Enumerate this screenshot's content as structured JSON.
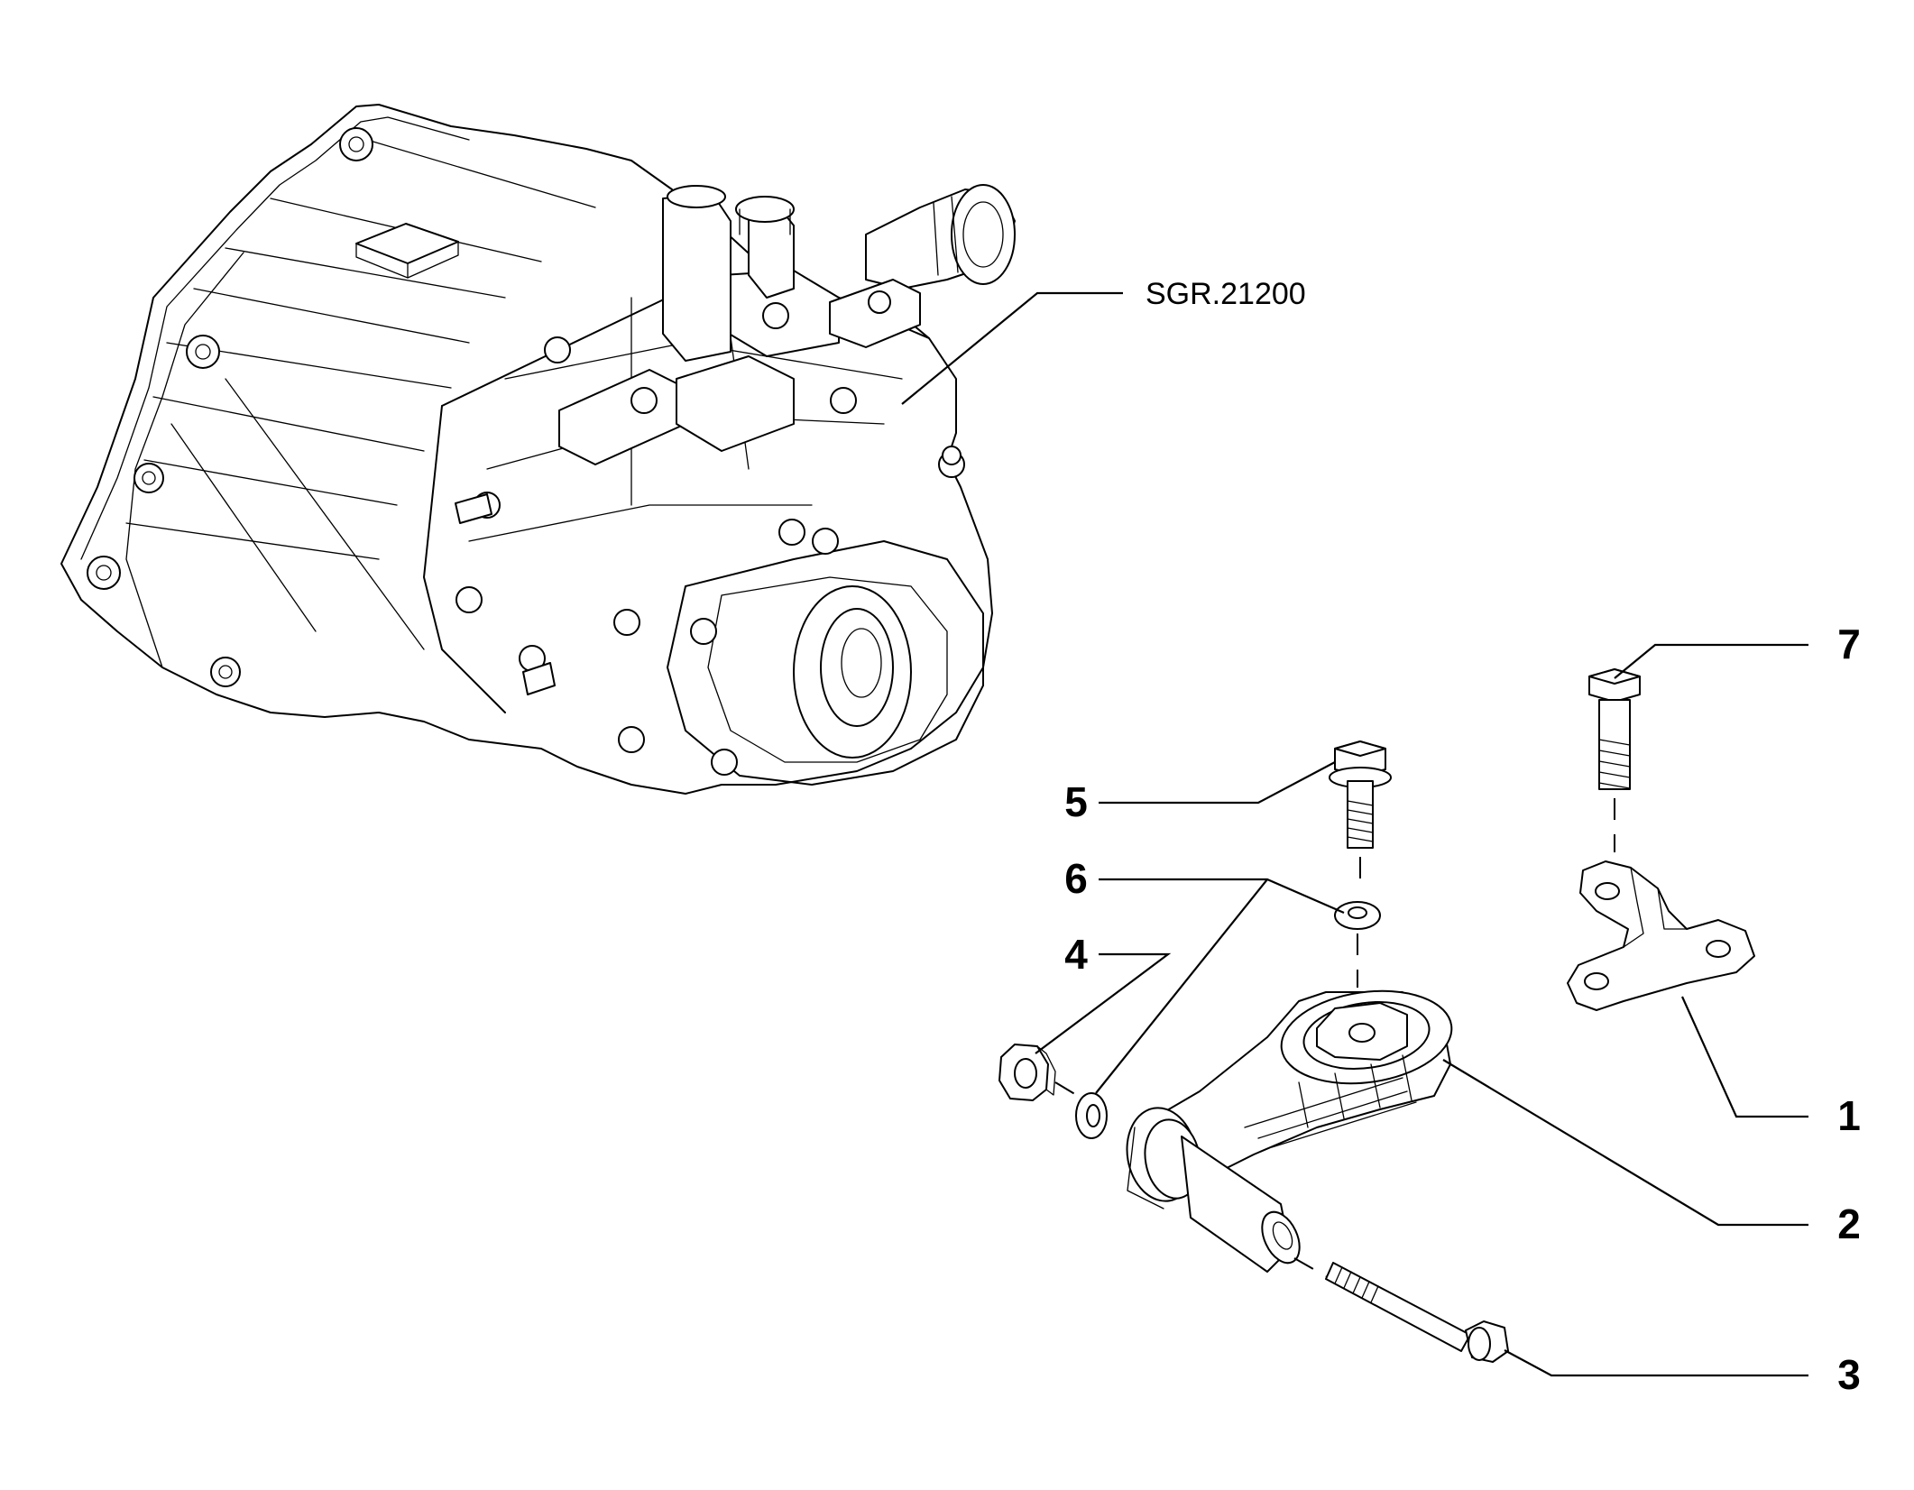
{
  "reference_label": "SGR.21200",
  "callouts": [
    "1",
    "2",
    "3",
    "4",
    "5",
    "6",
    "7"
  ]
}
